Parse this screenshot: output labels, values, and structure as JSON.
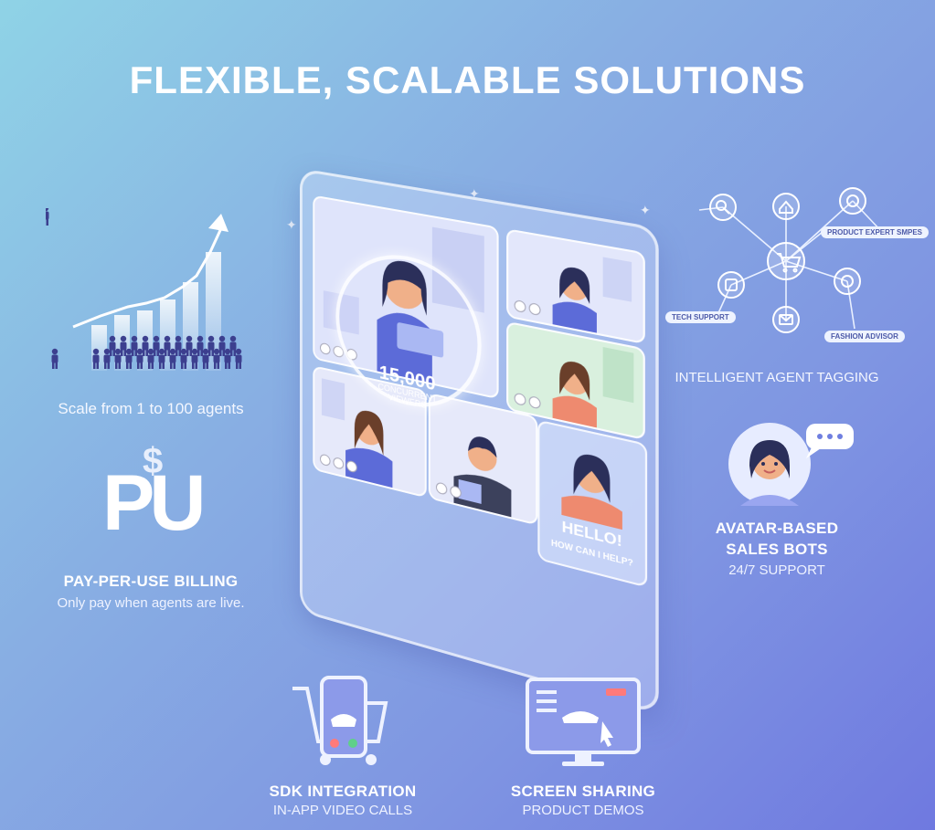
{
  "title": "FLEXIBLE, SCALABLE SOLUTIONS",
  "scale": {
    "caption": "Scale from 1 to 100 agents"
  },
  "billing": {
    "logo": "PU",
    "heading": "PAY-PER-USE BILLING",
    "subtitle": "Only pay when agents are live."
  },
  "tablet": {
    "stat_number": "15,000",
    "stat_label": "CONCURRENT VIEWERS",
    "chat_hello": "HELLO!",
    "chat_question": "HOW CAN I HELP?"
  },
  "tagging": {
    "caption": "INTELLIGENT AGENT TAGGING",
    "tags": [
      "PRODUCT EXPERT SMPES",
      "TECH SUPPORT",
      "FASHION ADVISOR"
    ]
  },
  "avatar_bots": {
    "heading_line1": "AVATAR-BASED",
    "heading_line2": "SALES BOTS",
    "subtitle": "24/7 SUPPORT"
  },
  "sdk": {
    "heading": "SDK INTEGRATION",
    "subtitle": "IN-APP VIDEO CALLS"
  },
  "screen_sharing": {
    "heading": "SCREEN SHARING",
    "subtitle": "PRODUCT DEMOS"
  },
  "colors": {
    "accent": "#5a6fd6",
    "person_shirt": "#5c6bd8",
    "skin": "#f0b089",
    "hair": "#2b2f5a"
  }
}
